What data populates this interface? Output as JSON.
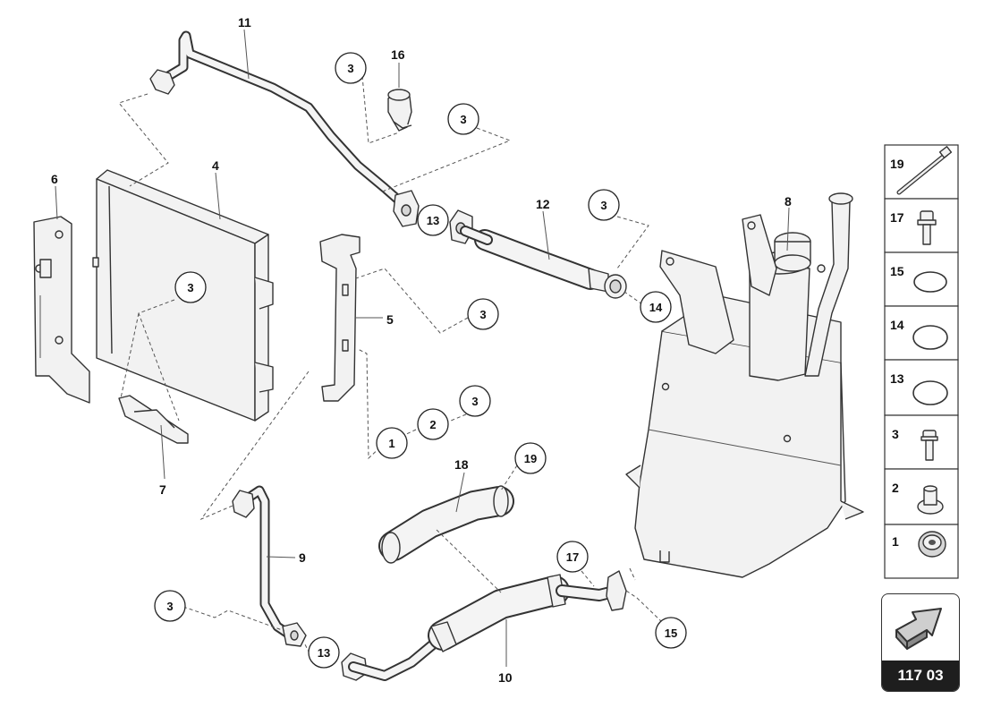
{
  "diagram": {
    "item_labels": {
      "l4": "4",
      "l5": "5",
      "l6": "6",
      "l7": "7",
      "l8": "8",
      "l9": "9",
      "l10": "10",
      "l11": "11",
      "l12": "12",
      "l16": "16",
      "l18": "18"
    },
    "callouts": {
      "c3a": "3",
      "c3b": "3",
      "c3c": "3",
      "c3d": "3",
      "c3e": "3",
      "c3f": "3",
      "c3g": "3",
      "c1": "1",
      "c2": "2",
      "c13a": "13",
      "c13b": "13",
      "c14": "14",
      "c15": "15",
      "c17": "17",
      "c19": "19"
    },
    "legend": [
      {
        "number": "19",
        "icon": "cable-tie-icon"
      },
      {
        "number": "17",
        "icon": "hose-clamp-bolt-icon"
      },
      {
        "number": "15",
        "icon": "o-ring-icon"
      },
      {
        "number": "14",
        "icon": "o-ring-icon"
      },
      {
        "number": "13",
        "icon": "o-ring-icon"
      },
      {
        "number": "3",
        "icon": "flange-screw-icon"
      },
      {
        "number": "2",
        "icon": "spacer-nut-icon"
      },
      {
        "number": "1",
        "icon": "rubber-grommet-icon"
      }
    ],
    "page_code": "117 03"
  }
}
